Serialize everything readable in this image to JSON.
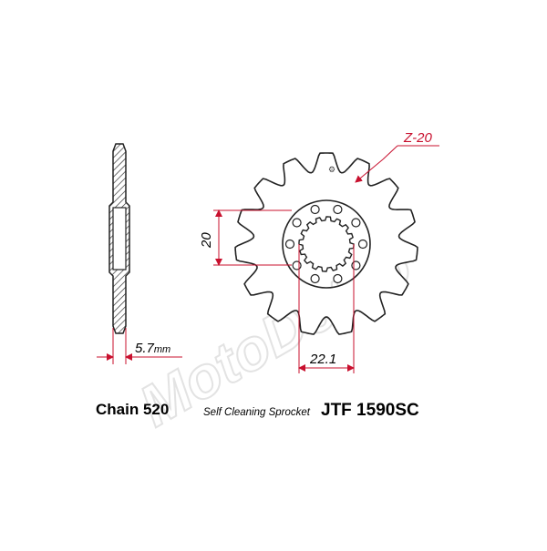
{
  "diagram": {
    "teeth_label": "Z-20",
    "height_dim": "20",
    "width_dim": "22.1",
    "thickness_dim": "5.7",
    "thickness_unit": "mm",
    "watermark": "MotoDetco"
  },
  "footer": {
    "chain": "Chain 520",
    "description": "Self Cleaning Sprocket",
    "part_number": "JTF 1590SC"
  },
  "colors": {
    "dimension": "#c8102e",
    "hatch": "#333333",
    "outline": "#222222",
    "watermark": "#e6e6e6"
  }
}
